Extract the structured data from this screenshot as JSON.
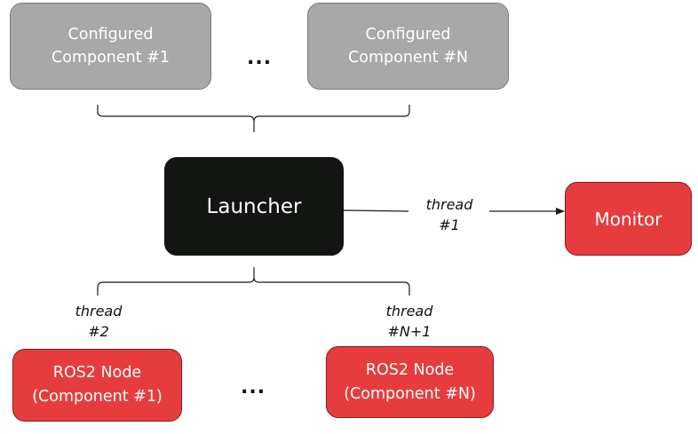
{
  "configured_components": [
    {
      "line1": "Configured",
      "line2": "Component #1"
    },
    {
      "line1": "Configured",
      "line2": "Component #N"
    }
  ],
  "top_ellipsis": "...",
  "launcher": {
    "label": "Launcher"
  },
  "monitor": {
    "label": "Monitor"
  },
  "monitor_thread": {
    "word": "thread",
    "number": "#1"
  },
  "node_threads": [
    {
      "word": "thread",
      "number": "#2"
    },
    {
      "word": "thread",
      "number": "#N+1"
    }
  ],
  "ros_nodes": [
    {
      "line1": "ROS2 Node",
      "line2": "(Component #1)"
    },
    {
      "line1": "ROS2 Node",
      "line2": "(Component #N)"
    }
  ],
  "bottom_ellipsis": "...",
  "colors": {
    "configured_fill": "#a8a8a8",
    "launcher_fill": "#121512",
    "monitor_fill": "#e63c3d",
    "node_fill": "#e63c3d",
    "text_on_box": "#ffffff",
    "lines": "#1a1a1a"
  }
}
